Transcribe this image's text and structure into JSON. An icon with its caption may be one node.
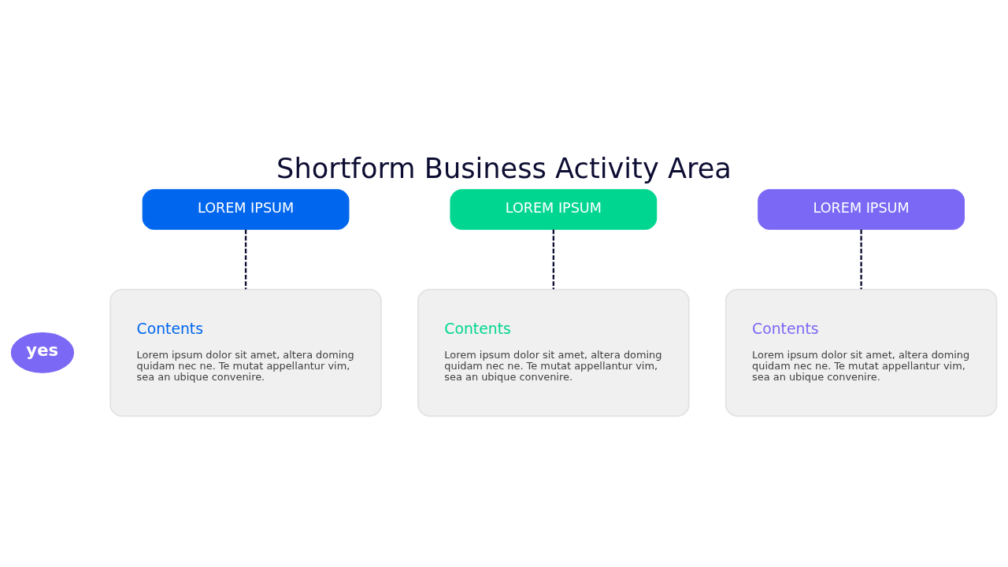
{
  "diagram": {
    "title": "Shortform Business Activity Area",
    "nodes": [
      {
        "text": [
          "LOREM IPSUM"
        ]
      },
      {
        "text": [
          "LOREM IPSUM"
        ]
      },
      {
        "text": [
          "LOREM IPSUM"
        ]
      },
      {
        "text": [
          "yes"
        ]
      },
      {
        "text": [
          "Contents",
          "Lorem ipsum dolor sit amet, altera doming quidam nec ne. Te mutat appellantur vim, sea an ubique convenire."
        ]
      },
      {
        "text": [
          "Contents",
          "Lorem ipsum dolor sit amet, altera doming quidam nec ne. Te mutat appellantur vim, sea an ubique convenire."
        ]
      },
      {
        "text": [
          "Contents",
          "Lorem ipsum dolor sit amet, altera doming quidam nec ne. Te mutat appellantur vim, sea an ubique convenire."
        ]
      }
    ],
    "edges": [
      {
        "from": 0,
        "to": 4,
        "arrow": "none",
        "style": "dashed"
      },
      {
        "from": 1,
        "to": 5,
        "arrow": "none",
        "style": "dashed"
      },
      {
        "from": 2,
        "to": 6,
        "arrow": "none",
        "style": "dashed"
      }
    ]
  }
}
